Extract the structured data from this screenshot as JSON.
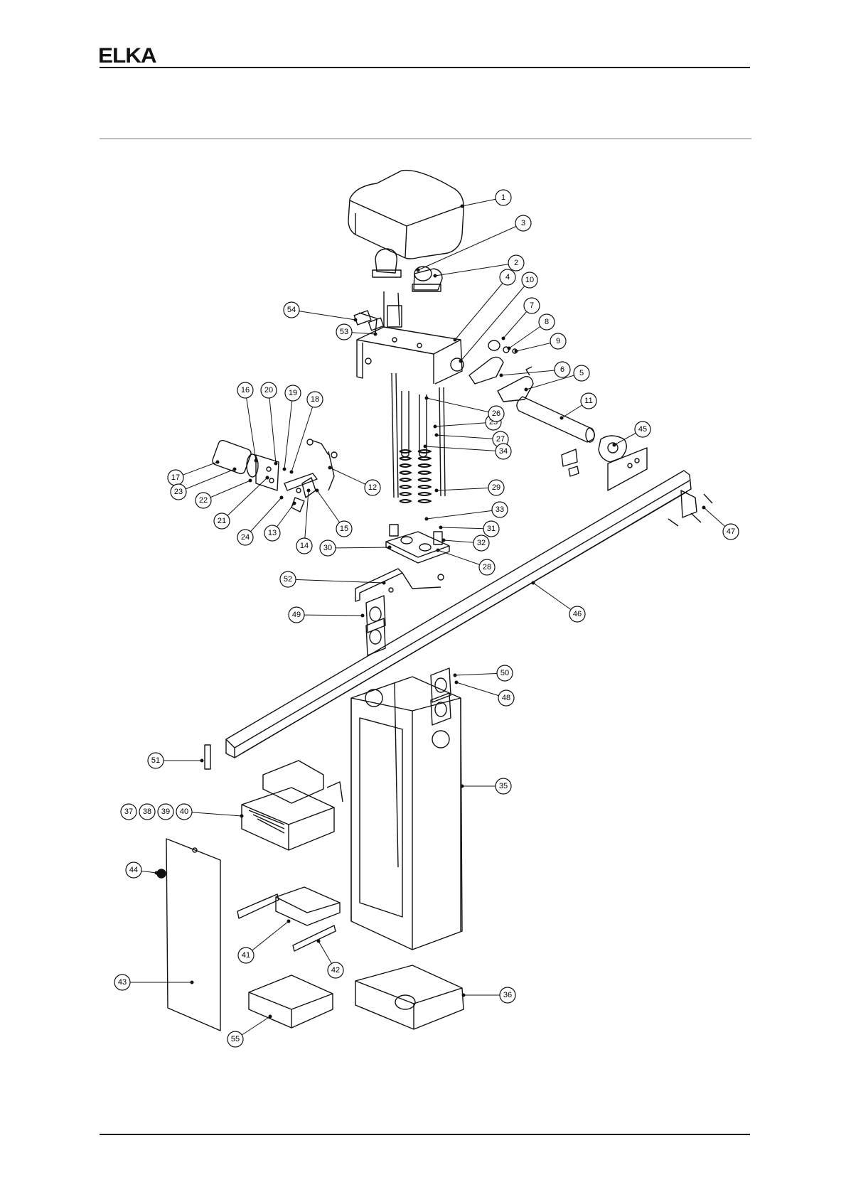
{
  "header": {
    "logo": "ELKA"
  },
  "callouts": [
    {
      "label": "1"
    },
    {
      "label": "2"
    },
    {
      "label": "3"
    },
    {
      "label": "4"
    },
    {
      "label": "5"
    },
    {
      "label": "6"
    },
    {
      "label": "7"
    },
    {
      "label": "8"
    },
    {
      "label": "9"
    },
    {
      "label": "10"
    },
    {
      "label": "11"
    },
    {
      "label": "12"
    },
    {
      "label": "13"
    },
    {
      "label": "14"
    },
    {
      "label": "15"
    },
    {
      "label": "16"
    },
    {
      "label": "17"
    },
    {
      "label": "18"
    },
    {
      "label": "19"
    },
    {
      "label": "20"
    },
    {
      "label": "21"
    },
    {
      "label": "22"
    },
    {
      "label": "23"
    },
    {
      "label": "24"
    },
    {
      "label": "25"
    },
    {
      "label": "26"
    },
    {
      "label": "27"
    },
    {
      "label": "28"
    },
    {
      "label": "29"
    },
    {
      "label": "30"
    },
    {
      "label": "31"
    },
    {
      "label": "32"
    },
    {
      "label": "33"
    },
    {
      "label": "34"
    },
    {
      "label": "35"
    },
    {
      "label": "36"
    },
    {
      "label": "37"
    },
    {
      "label": "38"
    },
    {
      "label": "39"
    },
    {
      "label": "40"
    },
    {
      "label": "41"
    },
    {
      "label": "42"
    },
    {
      "label": "43"
    },
    {
      "label": "44"
    },
    {
      "label": "45"
    },
    {
      "label": "46"
    },
    {
      "label": "47"
    },
    {
      "label": "48"
    },
    {
      "label": "49"
    },
    {
      "label": "50"
    },
    {
      "label": "51"
    },
    {
      "label": "52"
    },
    {
      "label": "53"
    },
    {
      "label": "54"
    },
    {
      "label": "55"
    }
  ]
}
